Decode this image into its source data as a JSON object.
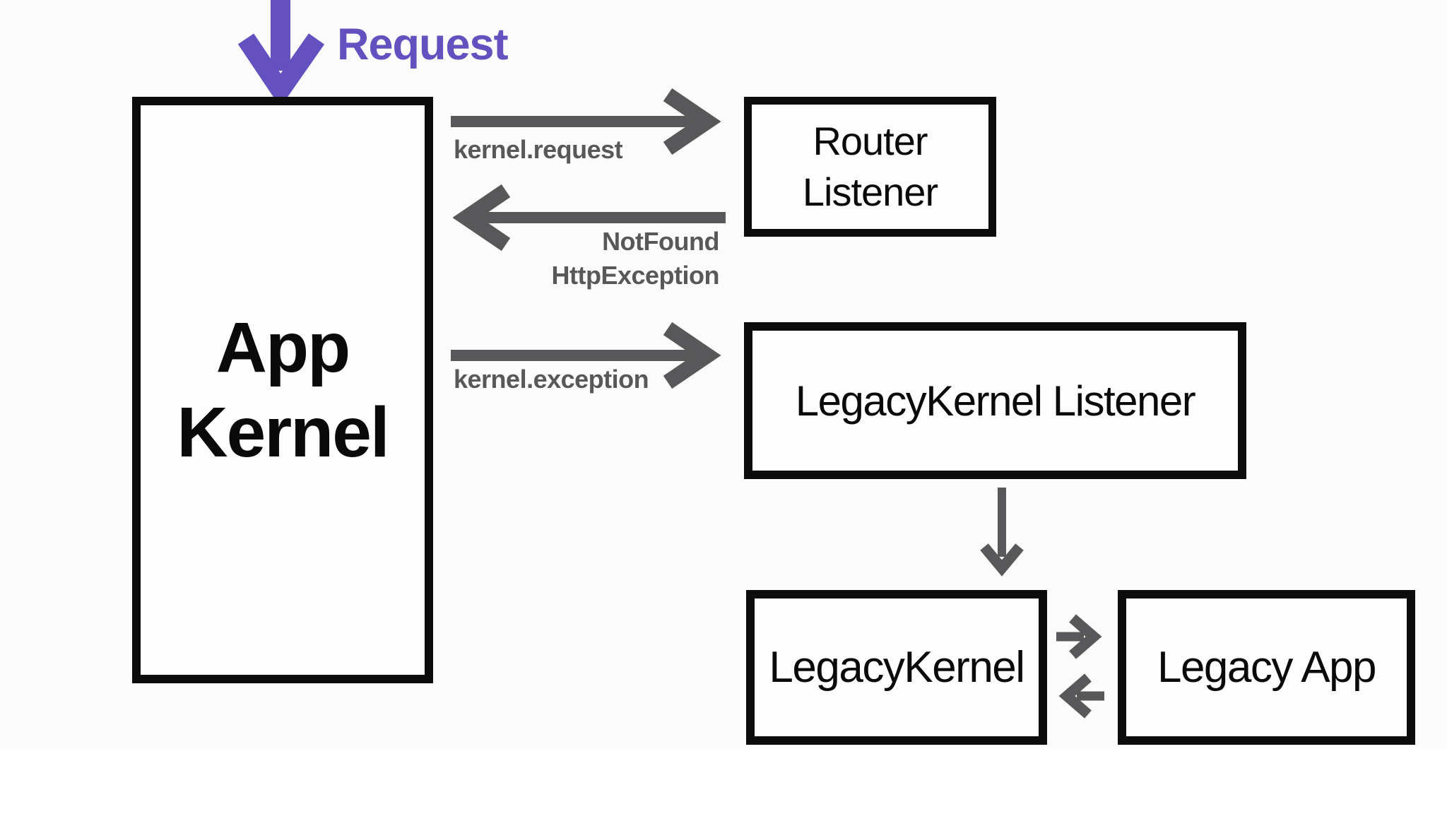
{
  "diagram": {
    "colors": {
      "background": "#FCFBFB",
      "bottom_strip": "#FFFFFF",
      "accent_purple": "#6450BE",
      "arrow_gray": "#58585A",
      "label_gray": "#58585A",
      "box_border": "#0C0C0C",
      "box_fill": "#FDFDFD",
      "text_black": "#0A0A0A"
    },
    "nodes": {
      "app_kernel": {
        "label": "App\nKernel"
      },
      "router_listener": {
        "label": "Router\nListener"
      },
      "legacy_kernel_listener": {
        "label": "LegacyKernel Listener"
      },
      "legacy_kernel": {
        "label": "LegacyKernel"
      },
      "legacy_app": {
        "label": "Legacy App"
      }
    },
    "edges": {
      "incoming_request": {
        "to": "app_kernel",
        "label": "Request"
      },
      "kernel_request": {
        "from": "app_kernel",
        "to": "router_listener",
        "label": "kernel.request"
      },
      "not_found": {
        "from": "router_listener",
        "to": "app_kernel",
        "label": "NotFound\nHttpException"
      },
      "kernel_exception": {
        "from": "app_kernel",
        "to": "legacy_kernel_listener",
        "label": "kernel.exception"
      },
      "listener_to_legacykernel": {
        "from": "legacy_kernel_listener",
        "to": "legacy_kernel",
        "label": ""
      },
      "legacykernel_to_legacyapp": {
        "from": "legacy_kernel",
        "to": "legacy_app",
        "label": ""
      },
      "legacyapp_to_legacykernel": {
        "from": "legacy_app",
        "to": "legacy_kernel",
        "label": ""
      }
    }
  }
}
